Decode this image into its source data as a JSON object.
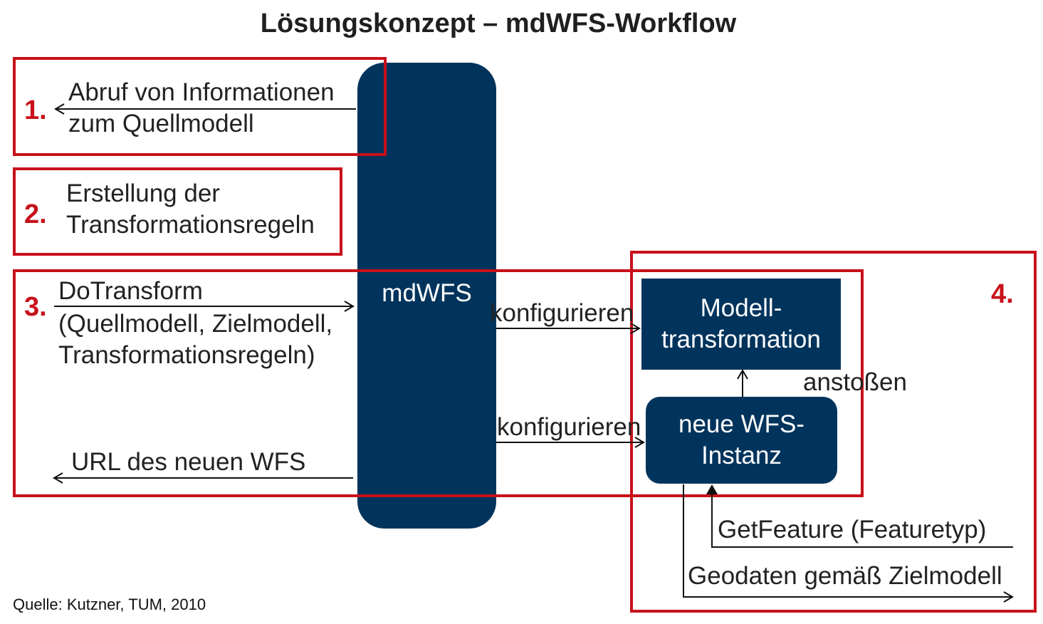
{
  "title": "Lösungskonzept – mdWFS-Workflow",
  "colors": {
    "navy": "#00345c",
    "red": "#c8101a"
  },
  "steps": {
    "s1": {
      "number": "1.",
      "line1": "Abruf von Informationen",
      "line2": "zum Quellmodell"
    },
    "s2": {
      "number": "2.",
      "line1": "Erstellung der",
      "line2": "Transformationsregeln"
    },
    "s3": {
      "number": "3.",
      "call_line1": "DoTransform",
      "call_line2": "(Quellmodell, Zielmodell,",
      "call_line3": "Transformationsregeln)",
      "result": "URL des neuen WFS"
    },
    "s4": {
      "number": "4."
    }
  },
  "mdwfs": {
    "label": "mdWFS"
  },
  "configure": {
    "top": "konfigurieren",
    "bottom": "konfigurieren"
  },
  "modell_box": {
    "line1": "Modell-",
    "line2": "transformation"
  },
  "wfs_box": {
    "line1": "neue WFS-",
    "line2": "Instanz"
  },
  "trigger": {
    "label": "anstoßen"
  },
  "get_feature": {
    "label": "GetFeature (Featuretyp)"
  },
  "geodata": {
    "label": "Geodaten gemäß Zielmodell"
  },
  "source": {
    "label": "Quelle:  Kutzner, TUM, 2010"
  }
}
